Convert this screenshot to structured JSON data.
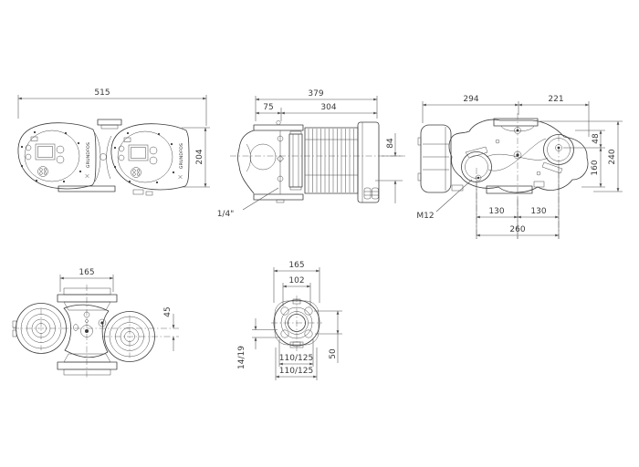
{
  "brand": {
    "logo": "GRUNDFOS"
  },
  "dimensions": {
    "view_top_left": {
      "total_width": "515",
      "height": "204"
    },
    "view_top_middle": {
      "overall_length": "379",
      "flange_to_axis": "75",
      "axis_to_box_end": "304",
      "axis_to_bottom": "84",
      "drain_plug": "1/4\""
    },
    "view_top_right": {
      "width_motor_side": "294",
      "width_head_side": "221",
      "top_to_head_axis": "48",
      "overall_height": "240",
      "head_axis_to_base": "160",
      "port_spacing_left": "130",
      "port_spacing_right": "130",
      "head_span": "260",
      "bolt_size": "M12"
    },
    "view_bottom_left": {
      "flange_width": "165",
      "head_axis_offset": "45"
    },
    "view_bottom_middle": {
      "flange_width": "165",
      "pilot_diameter": "102",
      "bolt_hole_diameter": "14/19",
      "bolt_circle_upper": "110/125",
      "bolt_circle_lower": "110/125",
      "hole_row_offset": "50"
    }
  }
}
